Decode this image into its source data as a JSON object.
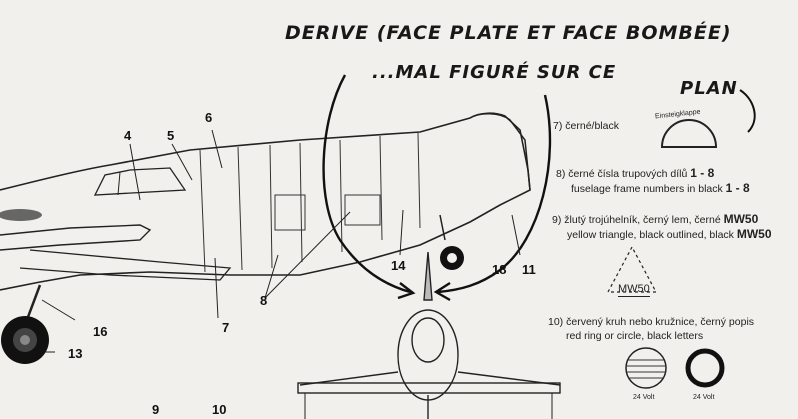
{
  "handwritten": {
    "line1": "DERIVE (FACE PLATE ET FACE BOMBÉE)",
    "line2": "...MAL FIGURÉ SUR CE",
    "line3": "PLAN"
  },
  "callouts": {
    "n4": "4",
    "n5": "5",
    "n6": "6",
    "n7": "7",
    "n8": "8",
    "n11": "11",
    "n13": "13",
    "n14": "14",
    "n16": "16",
    "n18": "18",
    "n9": "9",
    "n10": "10"
  },
  "legend": {
    "item7": {
      "num": "7)",
      "text": "černé/black"
    },
    "item8": {
      "num": "8)",
      "line1": "černé čísla trupových dílů",
      "line1_bold": "1 - 8",
      "line2": "fuselage frame numbers in black",
      "line2_bold": "1 - 8"
    },
    "item9": {
      "num": "9)",
      "line1": "žlutý trojúhelník, černý lem, černé",
      "line1_bold": "MW50",
      "line2": "yellow triangle, black outlined, black",
      "line2_bold": "MW50"
    },
    "item10": {
      "num": "10)",
      "line1": "červený kruh nebo kružnice, černý popis",
      "line2": "red ring or circle, black letters"
    }
  },
  "marks": {
    "einsteigklappe": "Einsteigklappe",
    "mw50": "MW50",
    "volt1": "24 Volt",
    "volt2": "24 Volt"
  }
}
